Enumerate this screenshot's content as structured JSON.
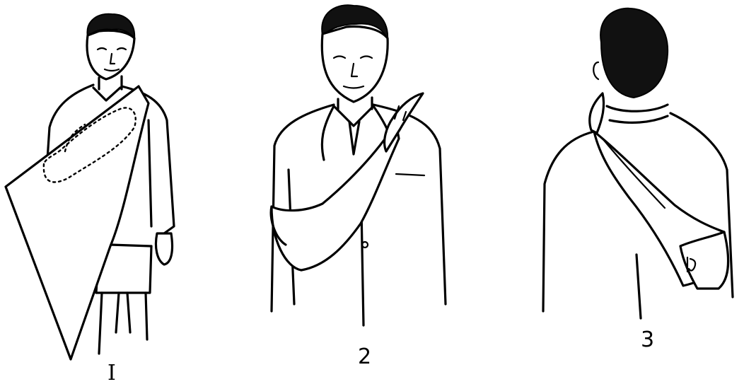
{
  "figures": [
    {
      "label": "I"
    },
    {
      "label": "2"
    },
    {
      "label": "3"
    }
  ]
}
